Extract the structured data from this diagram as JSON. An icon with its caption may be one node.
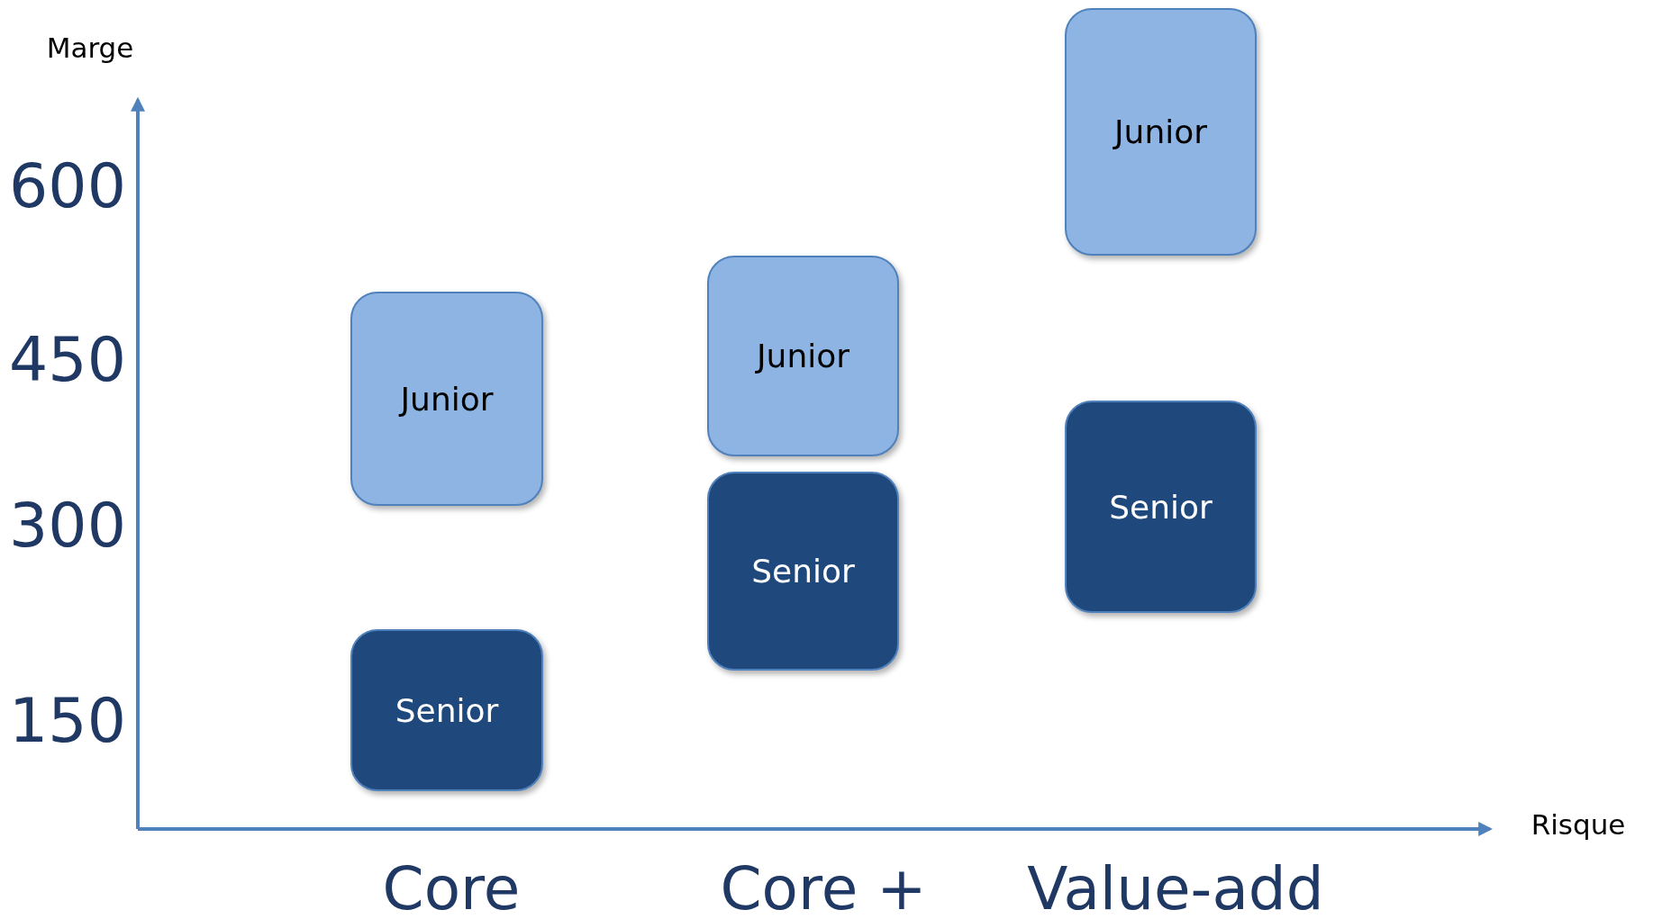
{
  "diagram": {
    "nodes": [
      {
        "text": [
          "Junior"
        ]
      },
      {
        "text": [
          "Senior"
        ]
      },
      {
        "text": [
          "Junior"
        ]
      },
      {
        "text": [
          "Senior"
        ]
      },
      {
        "text": [
          "Junior"
        ]
      },
      {
        "text": [
          "Senior"
        ]
      }
    ],
    "edges": [],
    "labels": [
      "Marge",
      "600",
      "450",
      "300",
      "150",
      "Risque",
      "Core",
      "Core +",
      "Value-add"
    ]
  }
}
